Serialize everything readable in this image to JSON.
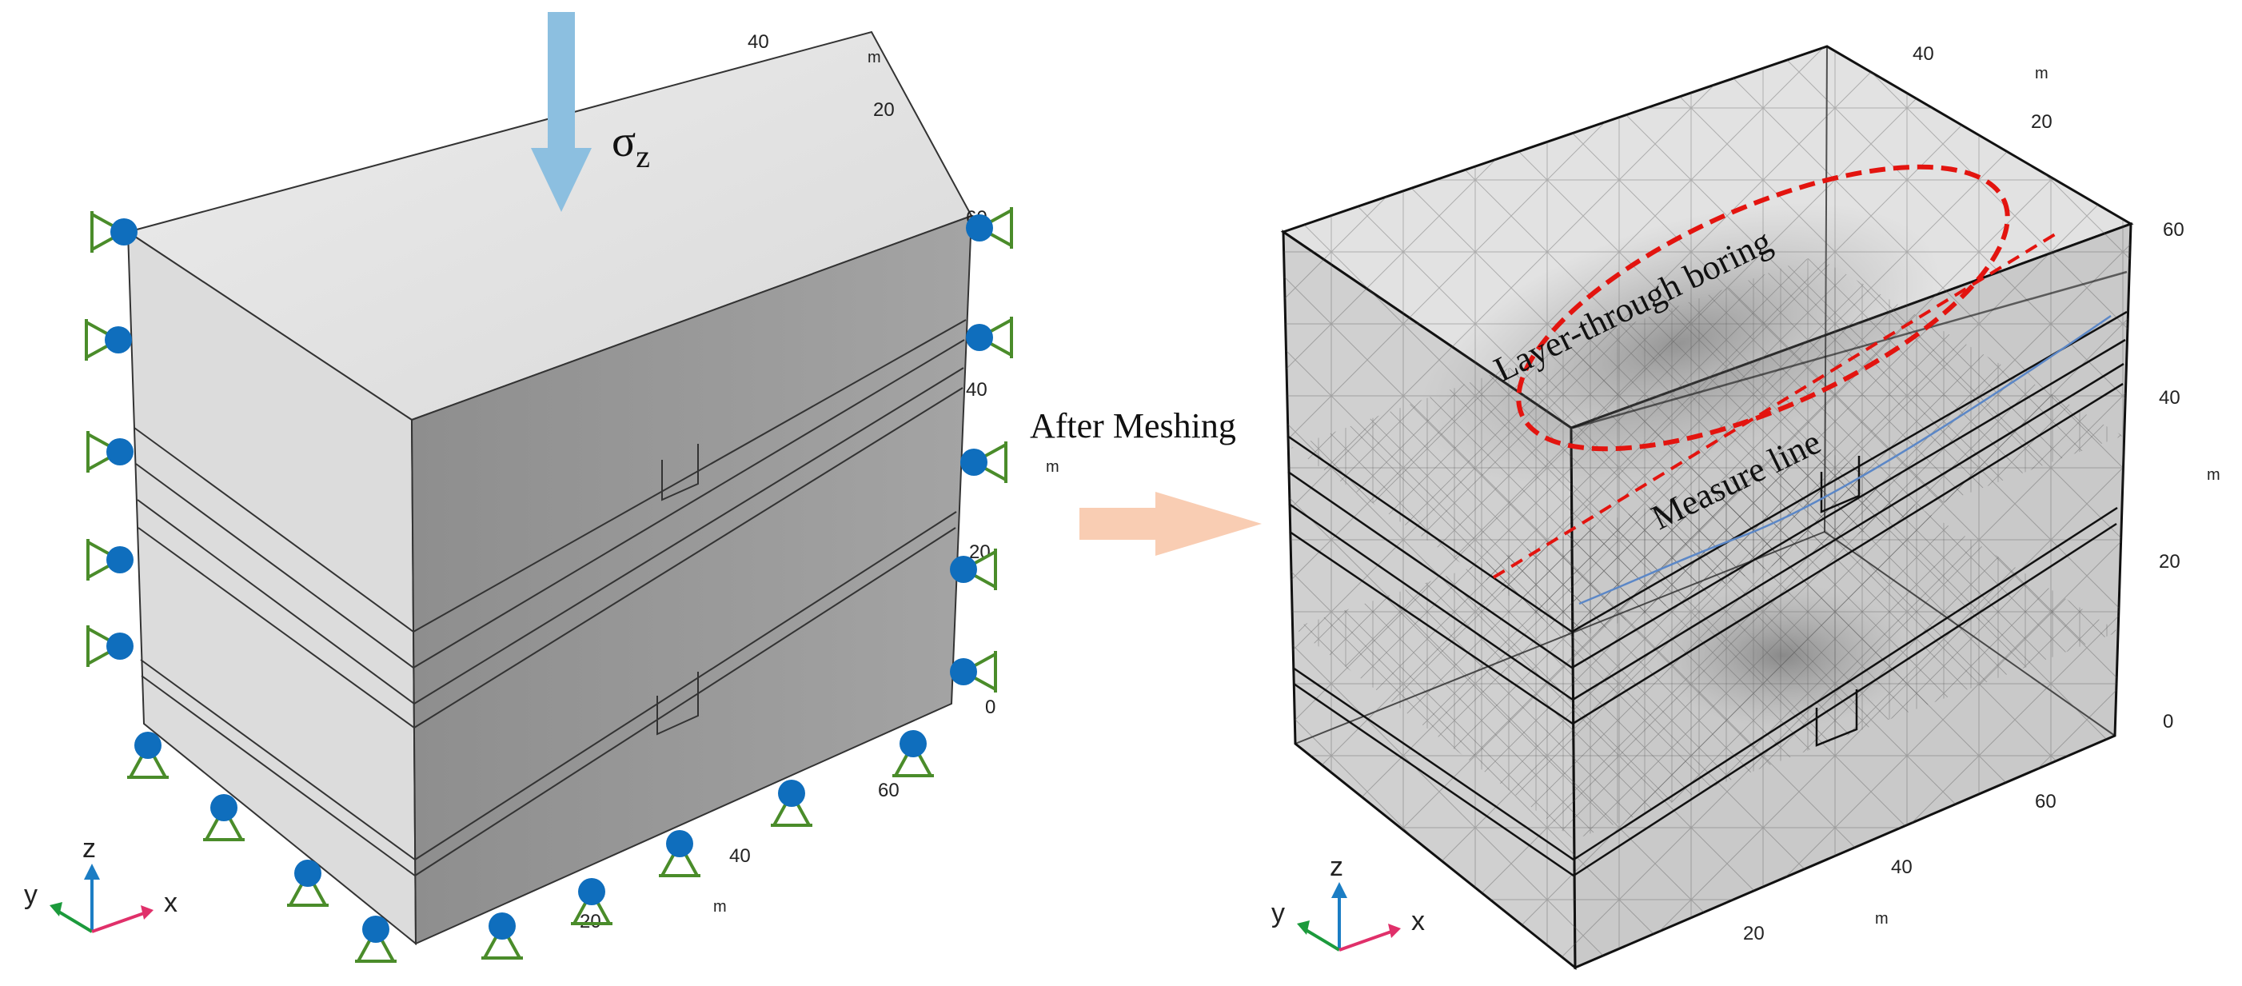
{
  "left_model": {
    "load_label": "σ",
    "load_subscript": "z",
    "axis_ticks_x": [
      "20",
      "40",
      "60"
    ],
    "axis_ticks_y": [
      "20",
      "40"
    ],
    "axis_ticks_z": [
      "0",
      "20",
      "40",
      "60"
    ],
    "unit": "m"
  },
  "right_model": {
    "boring_label": "Layer-through boring",
    "measure_label": "Measure line",
    "axis_ticks_x": [
      "20",
      "40",
      "60"
    ],
    "axis_ticks_y": [
      "20",
      "40"
    ],
    "axis_ticks_z": [
      "0",
      "20",
      "40",
      "60"
    ],
    "unit": "m"
  },
  "transition": {
    "label": "After Meshing"
  },
  "triad": {
    "x": "x",
    "y": "y",
    "z": "z"
  },
  "colors": {
    "load_arrow": "#8cbfe0",
    "transition_arrow": "#f9cdb3",
    "support_node": "#0f6ebd",
    "support_leg": "#4a8c2a",
    "highlight_red": "#e3140f",
    "measure_line_blue": "#5b87c7",
    "triad_x": "#e0306a",
    "triad_y": "#1c9a3c",
    "triad_z": "#1b7dc4"
  }
}
